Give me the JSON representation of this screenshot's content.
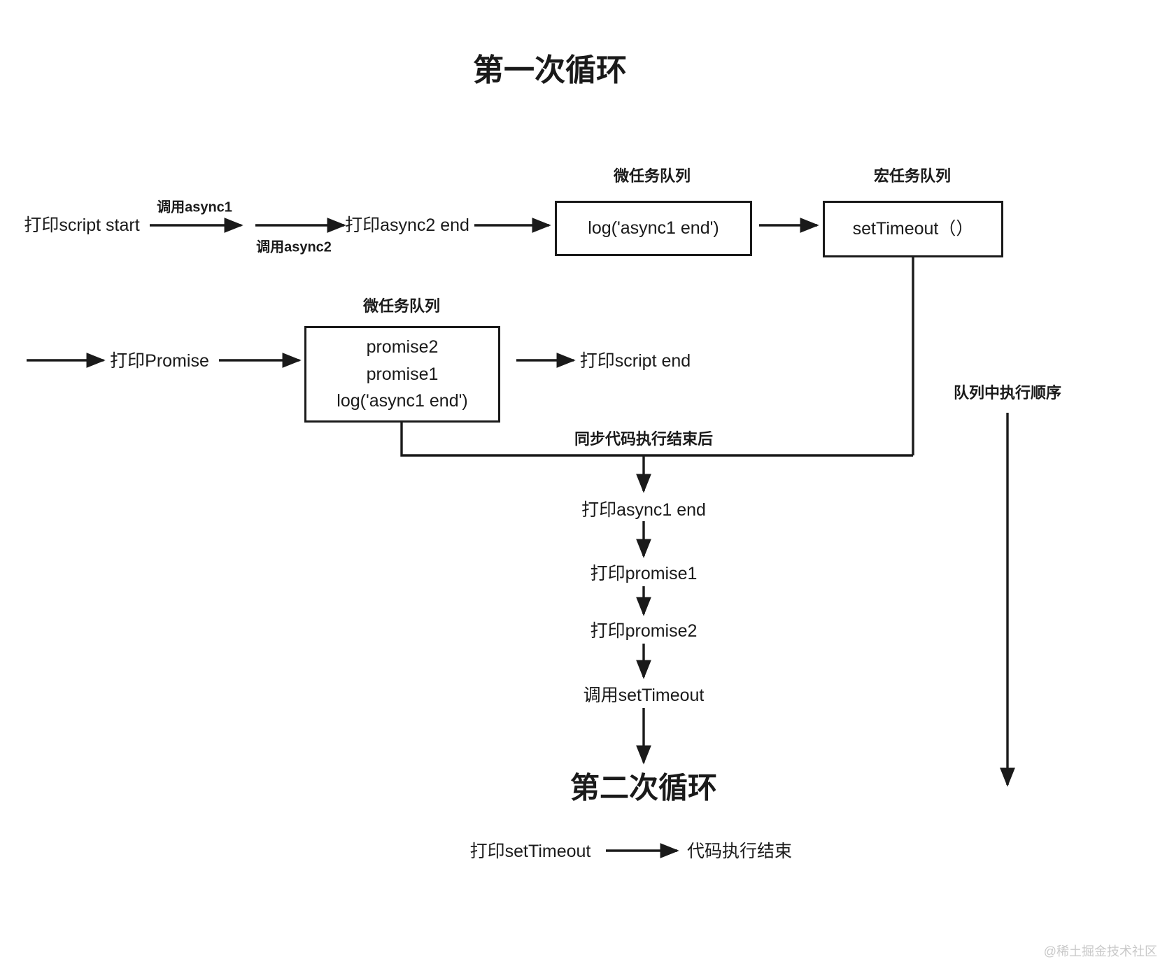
{
  "headings": {
    "first_loop": "第一次循环",
    "second_loop": "第二次循环"
  },
  "row1": {
    "start_node": "打印script start",
    "edge_label_1": "调用async1",
    "edge_label_2": "调用async2",
    "node_async2_end": "打印async2 end",
    "micro_queue_title": "微任务队列",
    "micro_queue_items": [
      "log('async1 end')"
    ],
    "macro_queue_title": "宏任务队列",
    "macro_queue_items": [
      "setTimeout（）"
    ]
  },
  "row2": {
    "node_promise": "打印Promise",
    "micro_queue_title": "微任务队列",
    "micro_queue_items": [
      "promise2",
      "promise1",
      "log('async1 end')"
    ],
    "node_script_end": "打印script end"
  },
  "connector": {
    "label": "同步代码执行结束后"
  },
  "right_rail": {
    "label": "队列中执行顺序"
  },
  "chain": [
    "打印async1 end",
    "打印promise1",
    "打印promise2",
    "调用setTimeout"
  ],
  "bottom_row": {
    "node_print_settimeout": "打印setTimeout",
    "node_code_end": "代码执行结束"
  },
  "watermark": "@稀土掘金技术社区",
  "colors": {
    "ink": "#1a1a1a",
    "background": "#ffffff",
    "watermark": "#c9c9c9"
  }
}
